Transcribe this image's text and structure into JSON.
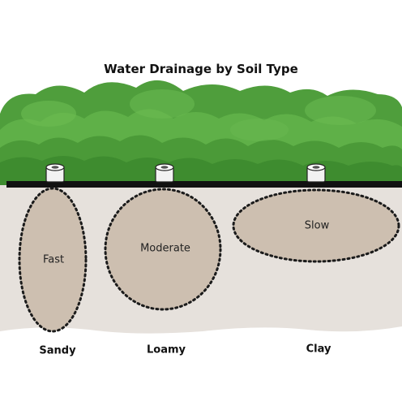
{
  "title": "Water Drainage by Soil Type",
  "colors": {
    "soil_background": "#e6e1dc",
    "zone_fill": "#cdbfb0",
    "zone_stroke": "#1b1b1b",
    "grass_dark": "#3e8c2f",
    "grass_mid": "#56a842",
    "grass_light": "#6cbc52",
    "ground_line": "#111111",
    "emitter": "#f2f2f2"
  },
  "soils": [
    {
      "name": "Sandy",
      "rate": "Fast"
    },
    {
      "name": "Loamy",
      "rate": "Moderate"
    },
    {
      "name": "Clay",
      "rate": "Slow"
    }
  ],
  "icons": {
    "drip_emitter": "drip-emitter-icon",
    "grass": "grass-bushes"
  }
}
